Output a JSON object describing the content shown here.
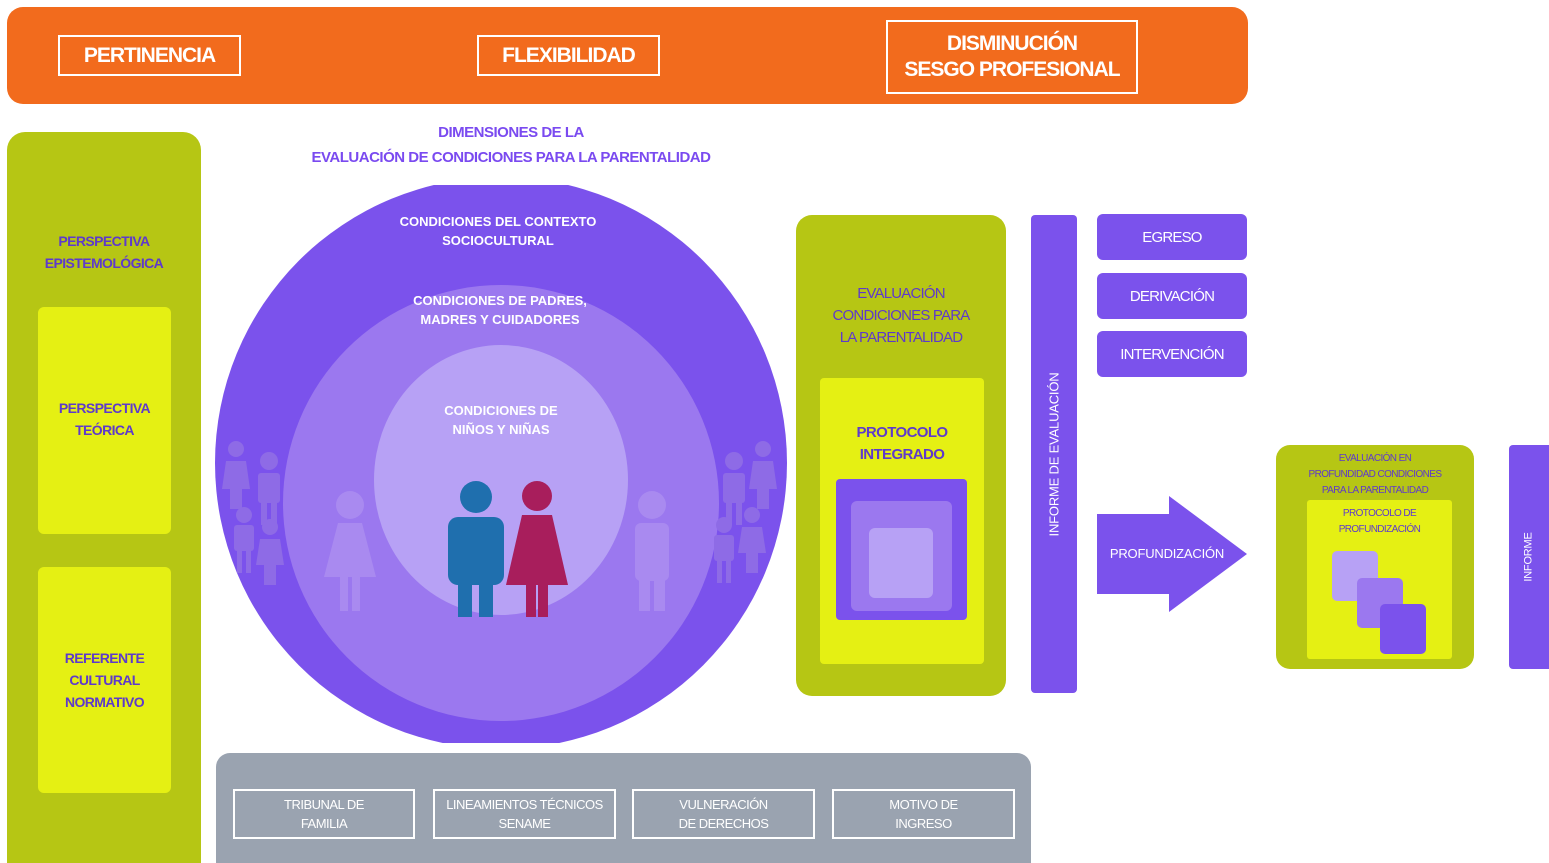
{
  "principles": [
    "PERTINENCIA",
    "FLEXIBILIDAD",
    "DISMINUCIÓN",
    "SESGO PROFESIONAL"
  ],
  "left_column": {
    "epistemological": [
      "PERSPECTIVA",
      "EPISTEMOLÓGICA"
    ],
    "theoretical": [
      "PERSPECTIVA",
      "TEÓRICA"
    ],
    "cultural": [
      "REFERENTE",
      "CULTURAL",
      "NORMATIVO"
    ]
  },
  "title": [
    "DIMENSIONES DE LA",
    "EVALUACIÓN DE CONDICIONES PARA LA PARENTALIDAD"
  ],
  "circles": {
    "outer": [
      "CONDICIONES DEL CONTEXTO",
      "SOCIOCULTURAL"
    ],
    "middle": [
      "CONDICIONES DE PADRES,",
      "MADRES Y CUIDADORES"
    ],
    "inner": [
      "CONDICIONES DE",
      "NIÑOS Y NIÑAS"
    ]
  },
  "bottom_boxes": [
    [
      "TRIBUNAL DE",
      "FAMILIA"
    ],
    [
      "LINEAMIENTOS TÉCNICOS",
      "SENAME"
    ],
    [
      "VULNERACIÓN",
      "DE DERECHOS"
    ],
    [
      "MOTIVO DE",
      "INGRESO"
    ]
  ],
  "evaluation": {
    "title": [
      "EVALUACIÓN",
      "CONDICIONES PARA",
      "LA PARENTALIDAD"
    ],
    "protocol": [
      "PROTOCOLO",
      "INTEGRADO"
    ]
  },
  "report_bar": "INFORME DE EVALUACIÓN",
  "outcomes": [
    "EGRESO",
    "DERIVACIÓN",
    "INTERVENCIÓN"
  ],
  "arrow_label": "PROFUNDIZACIÓN",
  "deep_eval": {
    "title": [
      "EVALUACIÓN EN",
      "PROFUNDIDAD CONDICIONES",
      "PARA LA PARENTALIDAD"
    ],
    "protocol": [
      "PROTOCOLO DE",
      "PROFUNDIZACIÓN"
    ]
  },
  "final_report": "INFORME",
  "colors": {
    "orange": "#f26b1d",
    "olive": "#b6c614",
    "yellow": "#e5f013",
    "purple": "#7b52ec",
    "gray": "#9aa3b0",
    "blue_figure": "#1f6fae",
    "pink_figure": "#a81e5c"
  },
  "icons": [
    "person-male-icon",
    "person-female-icon",
    "family-group-icon"
  ]
}
